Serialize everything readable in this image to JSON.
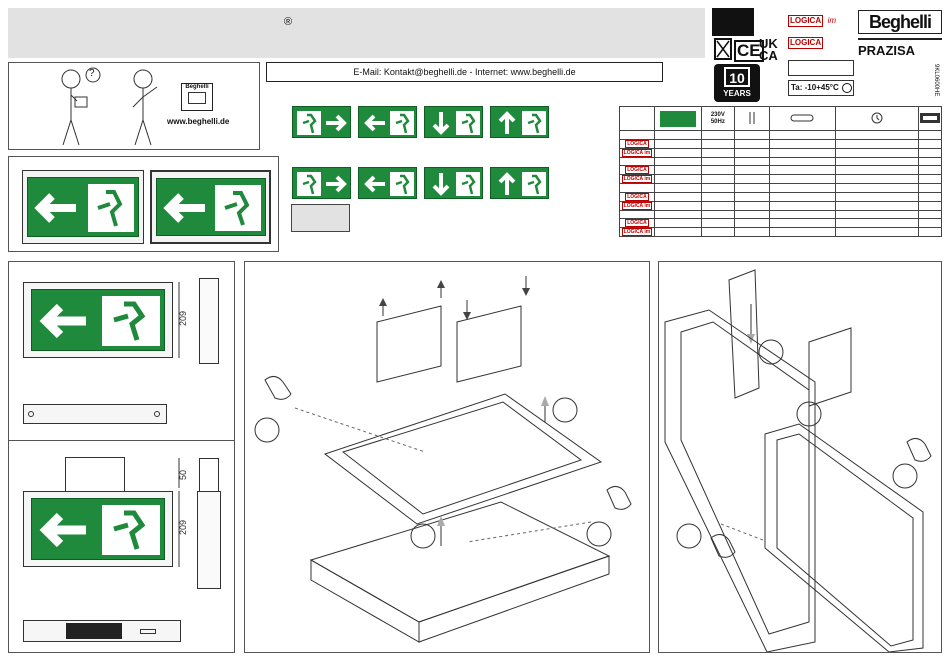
{
  "header": {
    "registered_mark": "®"
  },
  "contact": {
    "text": "E-Mail: Kontakt@beghelli.de - Internet: www.beghelli.de"
  },
  "help_panel": {
    "website": "www.beghelli.de",
    "question_mark": "?",
    "logo_text": "Beghelli"
  },
  "certs": {
    "ukca_top": "UK",
    "ukca_bottom": "CA",
    "ce": "CE",
    "years_number": "10",
    "years_label": "YEARS",
    "temperature": "Ta: -10+45°C"
  },
  "brands": {
    "logica_1": "LOGICA",
    "logica_1_suffix": "im",
    "logica_2": "LOGICA",
    "beghelli": "Beghelli",
    "prazisa": "PRAZISA",
    "doc_code": "9KL0600HE"
  },
  "spec_table": {
    "voltage": "230V",
    "frequency": "50Hz",
    "rows": [
      {
        "label": "",
        "logo": false
      },
      {
        "label": "LOGICA",
        "logo": true
      },
      {
        "label": "LOGICA im",
        "logo": true
      },
      {
        "label": "",
        "logo": false
      },
      {
        "label": "LOGICA",
        "logo": true
      },
      {
        "label": "LOGICA im",
        "logo": true
      },
      {
        "label": "",
        "logo": false
      },
      {
        "label": "LOGICA",
        "logo": true
      },
      {
        "label": "LOGICA im",
        "logo": true
      },
      {
        "label": "",
        "logo": false
      },
      {
        "label": "LOGICA",
        "logo": true
      },
      {
        "label": "LOGICA im",
        "logo": true
      }
    ]
  },
  "dimensions": {
    "height_front": "209",
    "height_rear": "209",
    "depth": "50"
  },
  "colors": {
    "sign_green": "#1f8a3b",
    "header_grey": "#e2e2e2",
    "logo_red": "#b00000"
  }
}
